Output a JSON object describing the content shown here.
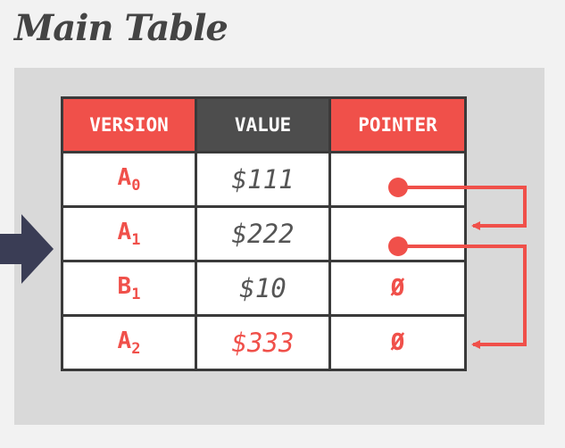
{
  "title": "Main Table",
  "columns": [
    "VERSION",
    "VALUE",
    "POINTER"
  ],
  "rows": [
    {
      "ver": "A",
      "sub": "0",
      "value": "$111",
      "pointer": "",
      "pointer_kind": "dot",
      "value_highlight": false
    },
    {
      "ver": "A",
      "sub": "1",
      "value": "$222",
      "pointer": "",
      "pointer_kind": "dot",
      "value_highlight": false
    },
    {
      "ver": "B",
      "sub": "1",
      "value": "$10",
      "pointer": "Ø",
      "pointer_kind": "null",
      "value_highlight": false
    },
    {
      "ver": "A",
      "sub": "2",
      "value": "$333",
      "pointer": "Ø",
      "pointer_kind": "null",
      "value_highlight": true
    }
  ],
  "colors": {
    "accent": "#f0504a",
    "header_dark": "#4d4d4d",
    "arrow": "#3a3d55"
  },
  "pointer_links": [
    {
      "from": "A0",
      "to": "A1"
    },
    {
      "from": "A1",
      "to": "A2"
    }
  ]
}
